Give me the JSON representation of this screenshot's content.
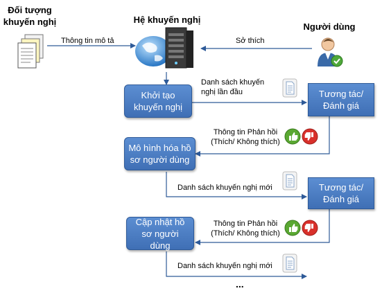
{
  "header": {
    "objects_title": "Đối tượng khuyến nghị",
    "system_title": "Hệ khuyến nghị",
    "user_title": "Người dùng"
  },
  "arrows": {
    "description_info": "Thông tin mô tả",
    "preferences": "Sở thích",
    "initial_list": "Danh sách khuyến nghị lần đầu",
    "feedback_1": "Thông tin Phản hồi (Thích/ Không thích)",
    "new_list_1": "Danh sách khuyến nghị mới",
    "feedback_2": "Thông tin Phản hồi (Thích/ Không thích)",
    "new_list_2": "Danh sách khuyến nghị mới"
  },
  "boxes": {
    "init": "Khởi tạo khuyến nghị",
    "model_profile": "Mô hình hóa hồ sơ người dùng",
    "update_profile": "Cập nhật hồ sơ người dùng",
    "interact_1": "Tương tác/ Đánh giá",
    "interact_2": "Tương tác/ Đánh giá"
  },
  "ellipsis": "...",
  "icons": [
    "documents-icon",
    "server-globe-icon",
    "user-icon",
    "document-icon",
    "thumbs-up-icon",
    "thumbs-down-icon"
  ],
  "colors": {
    "box_fill": "#4a7cc3",
    "arrow": "#2e5a98",
    "like": "#5aa832",
    "dislike": "#d9302b"
  }
}
